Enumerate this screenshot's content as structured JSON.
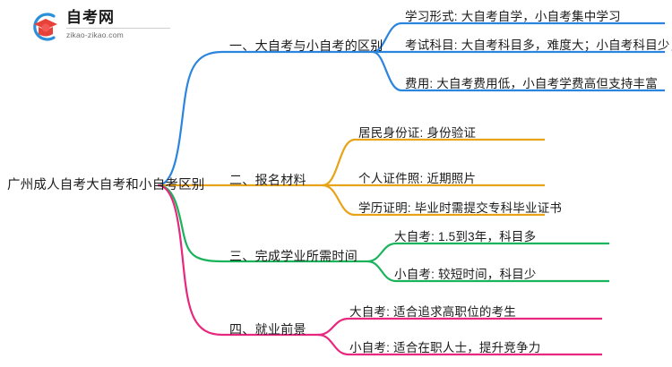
{
  "logo": {
    "title": "自考网",
    "subtitle": "zikao-zikao.com",
    "mark_icon": "graduation-cap-icon",
    "arc_color": "#2b90d9",
    "cap_color": "#e8413a"
  },
  "mindmap": {
    "root": {
      "label": "广州成人自考大自考和小自考区别"
    },
    "branches": [
      {
        "label": "一、大自考与小自考的区别",
        "color": "#2b84dd",
        "children": [
          {
            "label": "学习形式: 大自考自学，小自考集中学习"
          },
          {
            "label": "考试科目: 大自考科目多，难度大；小自考科目少，通过率高"
          },
          {
            "label": "费用: 大自考费用低，小自考学费高但支持丰富"
          }
        ]
      },
      {
        "label": "二、报名材料",
        "color": "#e8a317",
        "children": [
          {
            "label": "居民身份证: 身份验证"
          },
          {
            "label": "个人证件照: 近期照片"
          },
          {
            "label": "学历证明: 毕业时需提交专科毕业证书"
          }
        ]
      },
      {
        "label": "三、完成学业所需时间",
        "color": "#19b35b",
        "children": [
          {
            "label": "大自考: 1.5到3年，科目多"
          },
          {
            "label": "小自考: 较短时间，科目少"
          }
        ]
      },
      {
        "label": "四、就业前景",
        "color": "#e8277f",
        "children": [
          {
            "label": "大自考: 适合追求高职位的考生"
          },
          {
            "label": "小自考: 适合在职人士，提升竞争力"
          }
        ]
      }
    ]
  }
}
